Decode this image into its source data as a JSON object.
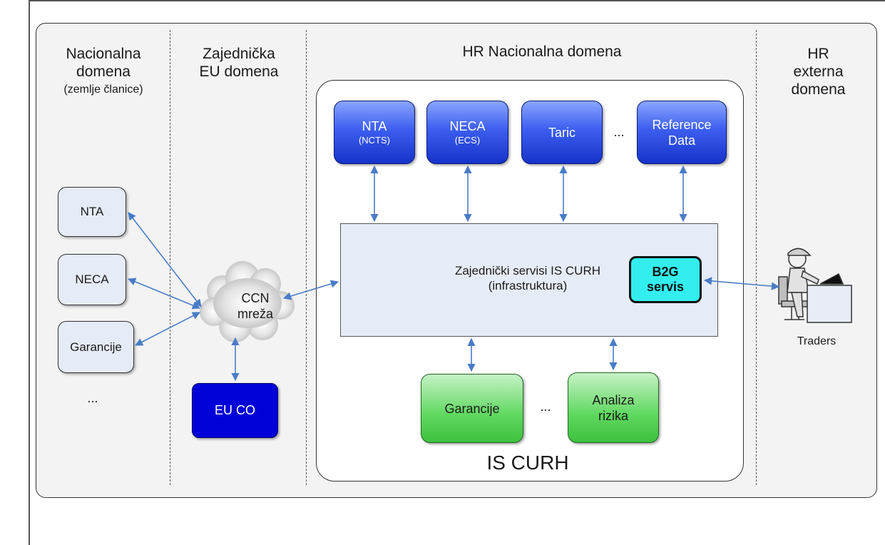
{
  "columns": {
    "national": {
      "title_line1": "Nacionalna",
      "title_line2": "domena",
      "subtitle": "(zemlje članice)"
    },
    "eu": {
      "title_line1": "Zajednička",
      "title_line2": "EU domena"
    },
    "hr_national": {
      "title": "HR Nacionalna domena"
    },
    "hr_external": {
      "title_line1": "HR",
      "title_line2": "externa",
      "title_line3": "domena"
    }
  },
  "national_systems": [
    {
      "label": "NTA"
    },
    {
      "label": "NECA"
    },
    {
      "label": "Garancije"
    }
  ],
  "national_ellipsis": "...",
  "network": {
    "line1": "CCN",
    "line2": "mreža"
  },
  "eu_co": "EU CO",
  "top_systems": [
    {
      "label": "NTA",
      "sub": "(NCTS)"
    },
    {
      "label": "NECA",
      "sub": "(ECS)"
    },
    {
      "label": "Taric",
      "sub": ""
    },
    {
      "label": "Reference",
      "sub": "Data"
    }
  ],
  "top_ellipsis": "...",
  "infrastructure": {
    "line1": "Zajednički servisi IS CURH",
    "line2": "(infrastruktura)"
  },
  "b2g": {
    "line1": "B2G",
    "line2": "servis"
  },
  "bottom_systems": [
    {
      "label": "Garancije",
      "label2": ""
    },
    {
      "label": "Analiza",
      "label2": "rizika"
    }
  ],
  "bottom_ellipsis": "...",
  "container_label": "IS CURH",
  "traders_label": "Traders",
  "icons": {
    "network": "cloud-icon",
    "trader": "trader-at-desk-icon"
  },
  "colors": {
    "blue_box": "#1633c9",
    "green_box": "#3fc03f",
    "b2g": "#33eeee",
    "arrow": "#4a7cc7",
    "eu_co": "#0000d8"
  }
}
